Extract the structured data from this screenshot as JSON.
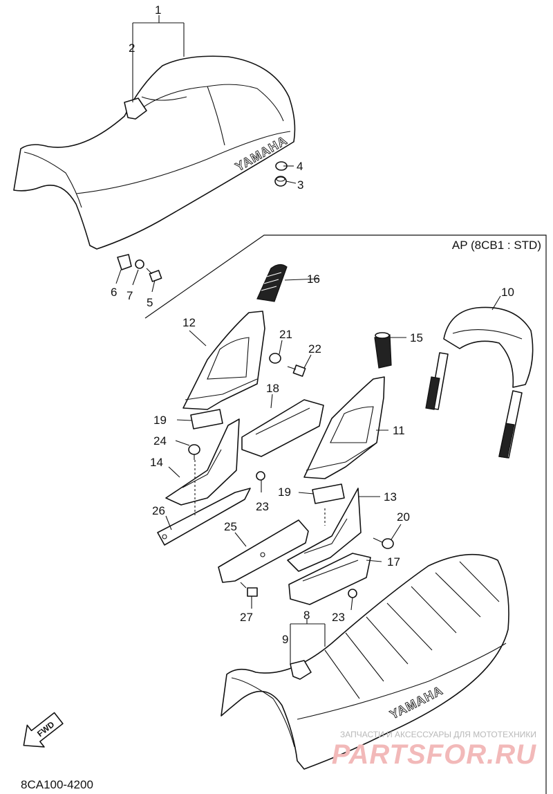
{
  "variant_label": "AP (8CB1 : STD)",
  "drawing_number": "8CA100-4200",
  "direction_arrow": {
    "label": "FWD",
    "icon": "forward-arrow-icon"
  },
  "seat_brand": "YAMAHA",
  "watermark": {
    "tagline": "ЗАПЧАСТИ И АКСЕССУАРЫ ДЛЯ МОТОТЕХНИКИ",
    "brand": "PARTSFOR.RU",
    "color": "#f2b9b9"
  },
  "callouts": {
    "p1": "1",
    "p2": "2",
    "p3": "3",
    "p4": "4",
    "p5": "5",
    "p6": "6",
    "p7": "7",
    "p8": "8",
    "p9": "9",
    "p10": "10",
    "p11": "11",
    "p12": "12",
    "p13": "13",
    "p14": "14",
    "p15": "15",
    "p16": "16",
    "p17": "17",
    "p18": "18",
    "p19a": "19",
    "p19b": "19",
    "p20": "20",
    "p21": "21",
    "p22": "22",
    "p23a": "23",
    "p23b": "23",
    "p24": "24",
    "p25": "25",
    "p26": "26",
    "p27": "27"
  }
}
